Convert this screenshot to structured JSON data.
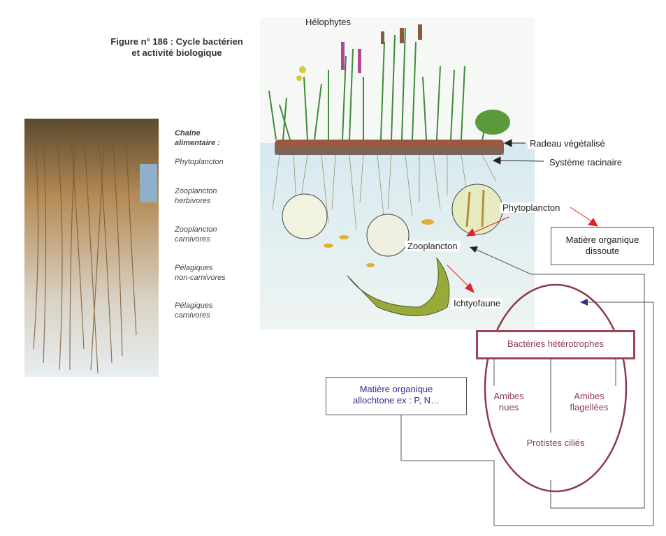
{
  "figure_title_line1": "Figure n° 186 : Cycle bactérien",
  "figure_title_line2": "et activité biologique",
  "food_chain": {
    "heading_line1": "Chaîne",
    "heading_line2": "alimentaire :",
    "items": [
      {
        "line1": "Phytoplancton",
        "line2": ""
      },
      {
        "line1": "Zooplancton",
        "line2": "herbivores"
      },
      {
        "line1": "Zooplancton",
        "line2": "carnivores"
      },
      {
        "line1": "Pélagiques",
        "line2": "non-carnivores"
      },
      {
        "line1": "Pélagiques",
        "line2": "carnivores"
      }
    ]
  },
  "illustration_labels": {
    "helophytes": "Hélophytes",
    "radeau": "Radeau végétalisé",
    "systeme": "Système racinaire",
    "phytoplancton": "Phytoplancton",
    "zooplancton": "Zooplancton",
    "ichtyofaune": "Ichtyofaune"
  },
  "boxes": {
    "dissoute_line1": "Matière organique",
    "dissoute_line2": "dissoute",
    "allochtone_line1": "Matière organique",
    "allochtone_line2": "allochtone ex : P, N…",
    "bacteries": "Bactéries hétérotrophes"
  },
  "cycle": {
    "amibes_nues_line1": "Amibes",
    "amibes_nues_line2": "nues",
    "amibes_flag_line1": "Amibes",
    "amibes_flag_line2": "flagellées",
    "protistes": "Protistes ciliés"
  },
  "colors": {
    "maroon": "#8c3a4e",
    "blue": "#2e2e8a",
    "red": "#e0202a"
  }
}
